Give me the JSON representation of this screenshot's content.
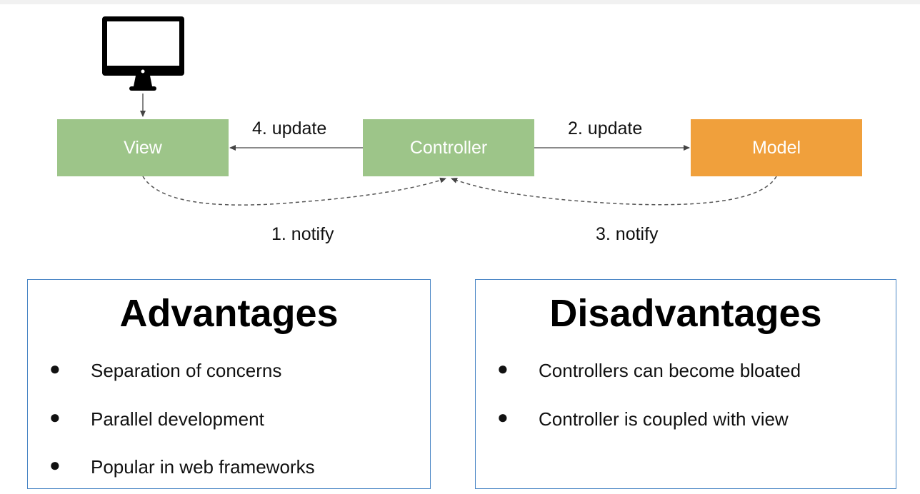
{
  "diagram": {
    "nodes": {
      "view": "View",
      "controller": "Controller",
      "model": "Model"
    },
    "edges": {
      "controller_to_view": "4. update",
      "controller_to_model": "2. update",
      "view_to_controller": "1. notify",
      "model_to_controller": "3. notify"
    },
    "colors": {
      "green_node": "#9dc589",
      "orange_node": "#f0a03c",
      "panel_border": "#4a86c5"
    },
    "icons": [
      "monitor-icon"
    ]
  },
  "advantages": {
    "title": "Advantages",
    "items": [
      {
        "bullet": "●",
        "text": "Separation of concerns"
      },
      {
        "bullet": "●",
        "text": "Parallel development"
      },
      {
        "bullet": "●",
        "text": "Popular in web frameworks"
      }
    ]
  },
  "disadvantages": {
    "title": "Disadvantages",
    "items": [
      {
        "bullet": "●",
        "text": "Controllers can become bloated"
      },
      {
        "bullet": "●",
        "text": "Controller is coupled with view"
      }
    ]
  }
}
